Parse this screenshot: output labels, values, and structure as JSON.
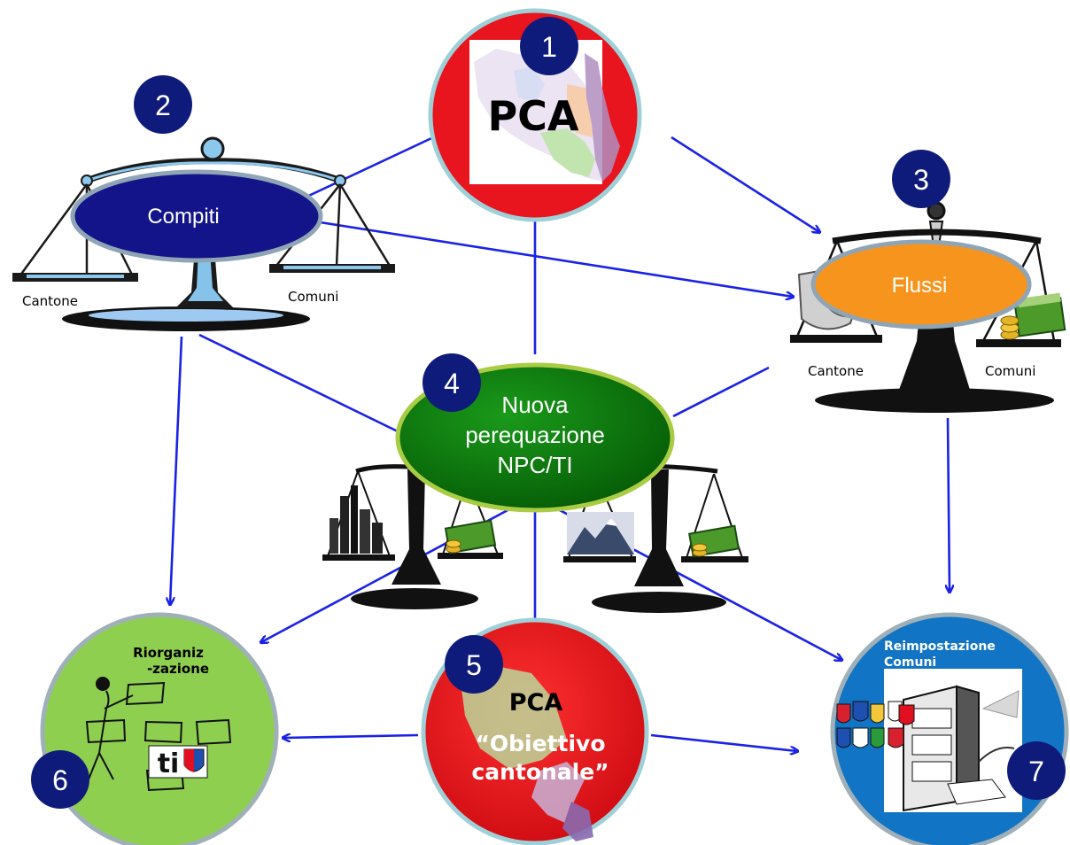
{
  "colors": {
    "arrow": "#1a22e6",
    "badge": "#0f1b7a",
    "compiti_ellipse": "#14148a",
    "flussi_ellipse": "#f7941d",
    "npc_ellipse": "#0c7a0c",
    "pca_red": "#e8141e",
    "riorg_green": "#8fcf4f",
    "reimp_blue": "#1174c4"
  },
  "nodes": {
    "pca": {
      "badge": "1",
      "title": "PCA"
    },
    "compiti": {
      "badge": "2",
      "label": "Compiti",
      "left_label": "Cantone",
      "right_label": "Comuni"
    },
    "flussi": {
      "badge": "3",
      "label": "Flussi",
      "left_label": "Cantone",
      "right_label": "Comuni"
    },
    "npc": {
      "badge": "4",
      "line1": "Nuova",
      "line2": "perequazione",
      "line3": "NPC/TI"
    },
    "obiettivo": {
      "badge": "5",
      "title": "PCA",
      "line1": "“Obiettivo",
      "line2": "cantonale”"
    },
    "riorg": {
      "badge": "6",
      "line1": "Riorganiz",
      "line2": "-zazione",
      "logo": "ti"
    },
    "reimp": {
      "badge": "7",
      "line1": "Reimpostazione",
      "line2": "Comuni"
    }
  },
  "icons": [
    "balance-scale-icon",
    "city-icon",
    "money-stack-icon",
    "mountain-icon",
    "filing-cabinet-icon",
    "coat-of-arms-icon",
    "ticino-map-icon"
  ]
}
